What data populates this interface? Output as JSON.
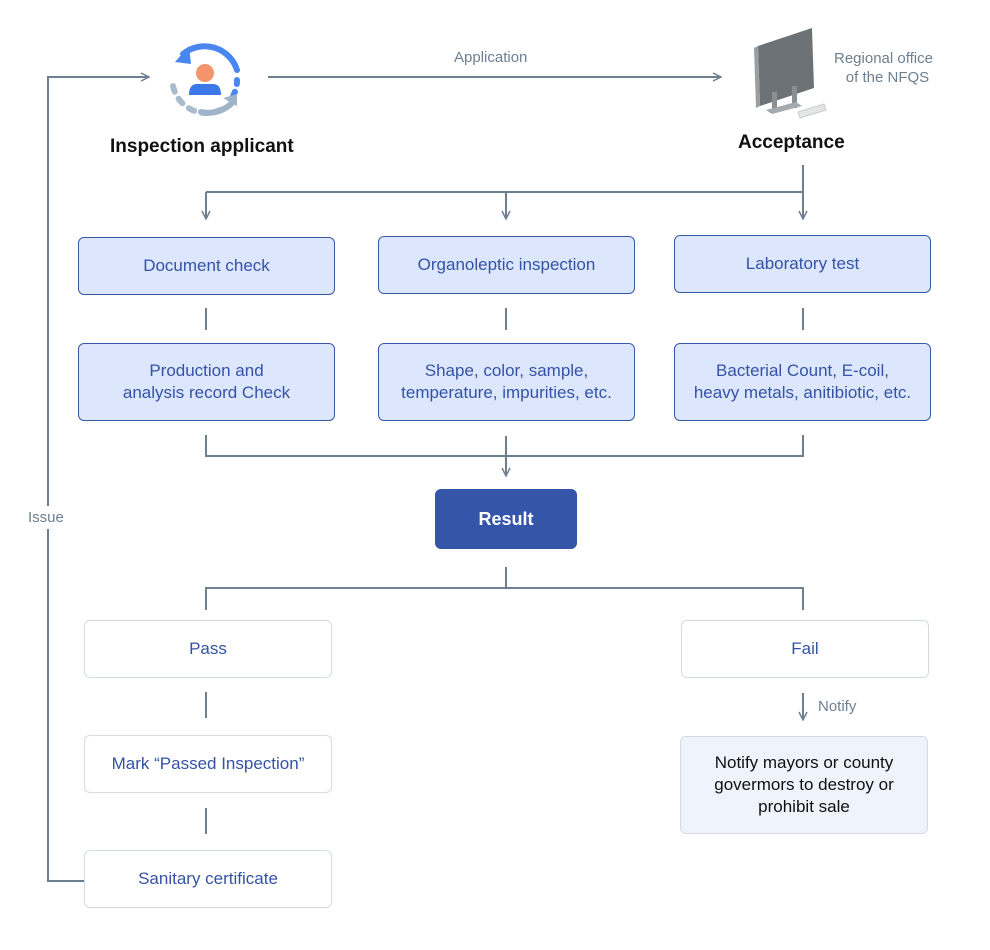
{
  "applicant": {
    "label": "Inspection applicant",
    "icon": "applicant-cycle-icon"
  },
  "office": {
    "label": "Regional office of the NFQS",
    "line1": "Regional office",
    "line2": "of the NFQS",
    "icon": "computer-monitor-icon",
    "title": "Acceptance"
  },
  "edges": {
    "application": "Application",
    "issue": "Issue",
    "notify": "Notify"
  },
  "inspections": [
    {
      "title": "Document check",
      "detail_line1": "Production and",
      "detail_line2": "analysis record Check"
    },
    {
      "title": "Organoleptic inspection",
      "detail_line1": "Shape, color, sample,",
      "detail_line2": "temperature, impurities, etc."
    },
    {
      "title": "Laboratory test",
      "detail_line1": "Bacterial Count, E-coil,",
      "detail_line2": "heavy metals, anitibiotic, etc."
    }
  ],
  "result": "Result",
  "pass": {
    "label": "Pass",
    "mark": "Mark “Passed Inspection”",
    "certificate": "Sanitary certificate"
  },
  "fail": {
    "label": "Fail",
    "action_line1": "Notify mayors or county",
    "action_line2": "govermors to destroy or",
    "action_line3": "prohibit sale"
  },
  "colors": {
    "accent": "#3555a8",
    "box_fill": "#dce6fc",
    "line": "#6e7f90"
  }
}
